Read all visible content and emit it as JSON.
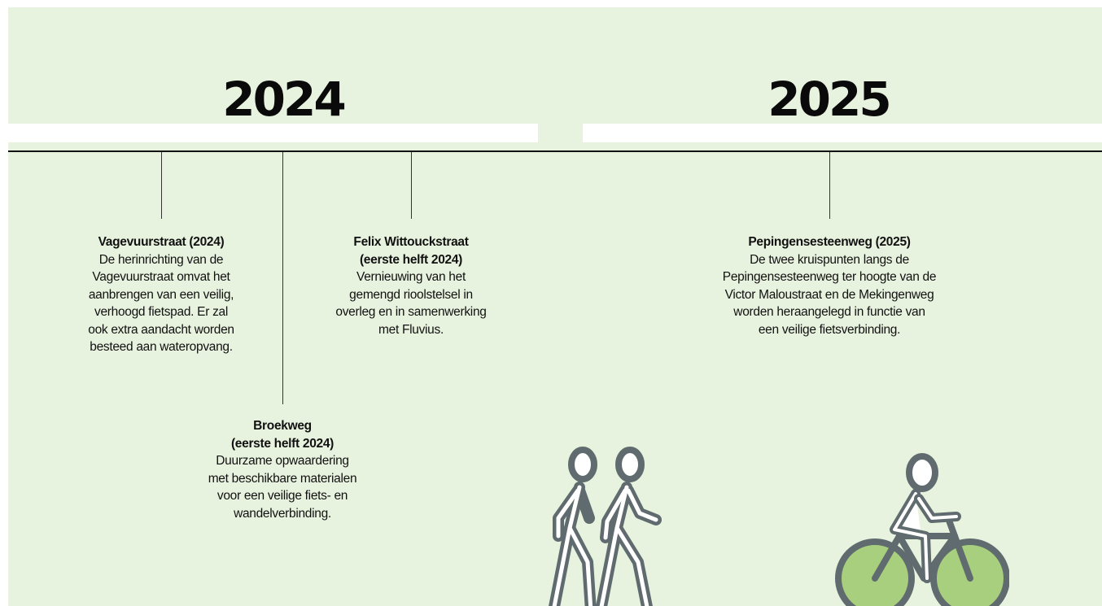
{
  "timeline": {
    "years": [
      "2024",
      "2025"
    ],
    "entries": [
      {
        "title": "Vagevuurstraat (2024)",
        "body": "De herinrichting van de\nVagevuurstraat omvat het\naanbrengen van een veilig,\nverhoogd fietspad. Er zal\nook extra aandacht worden\nbesteed aan wateropvang."
      },
      {
        "title": "Broekweg\n(eerste helft 2024)",
        "body": "Duurzame opwaardering\nmet beschikbare materialen\nvoor een veilige fiets- en\nwandelverbinding."
      },
      {
        "title": "Felix Wittouckstraat\n(eerste helft 2024)",
        "body": "Vernieuwing van het\ngemengd rioolstelsel in\noverleg en in samenwerking\nmet Fluvius."
      },
      {
        "title": "Pepingensesteenweg (2025)",
        "body": "De twee kruispunten langs de\nPepingensesteenweg ter hoogte van de\nVictor Maloustraat en de Mekingenweg\nworden heraangelegd in functie van\neen veilige fietsverbinding."
      }
    ]
  },
  "icons": [
    "pedestrians-icon",
    "cyclist-icon"
  ],
  "colors": {
    "background": "#e8f3df",
    "band": "#ffffff",
    "icon_stroke": "#5f6b6e",
    "wheel_fill": "#a8cf7e",
    "text": "#111111"
  }
}
